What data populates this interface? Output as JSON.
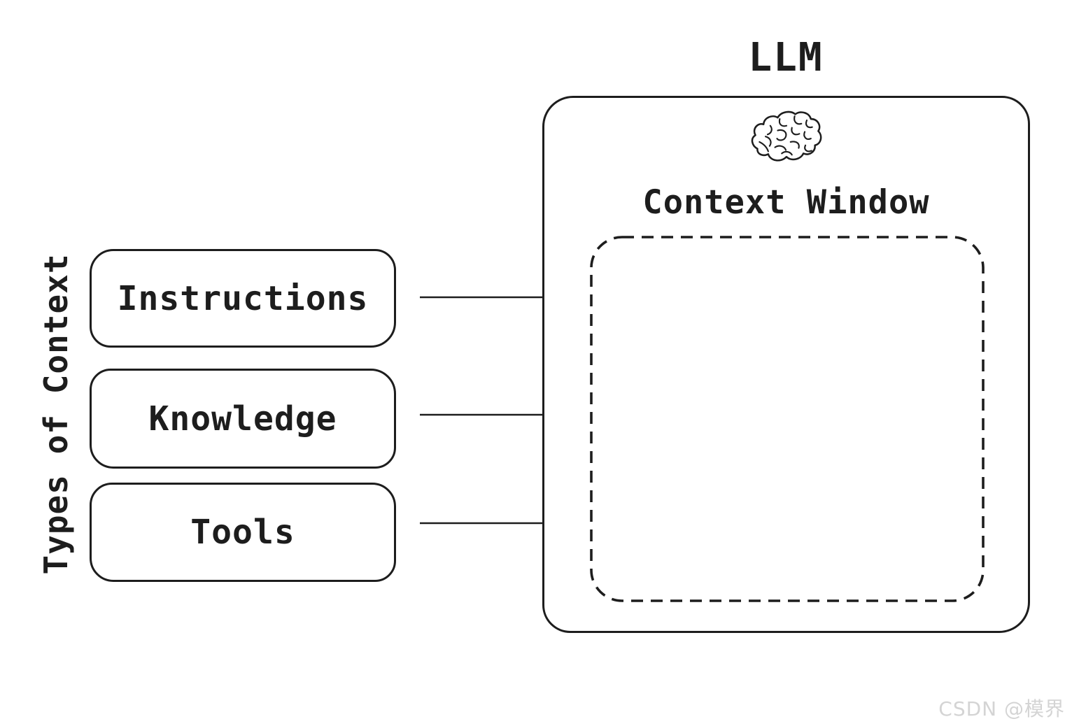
{
  "diagram": {
    "left_panel": {
      "title": "Types of Context",
      "items": [
        {
          "label": "Instructions"
        },
        {
          "label": "Knowledge"
        },
        {
          "label": "Tools"
        }
      ]
    },
    "llm": {
      "title": "LLM",
      "icon": "brain-icon",
      "context_window_label": "Context Window"
    },
    "watermark": {
      "text": "CSDN @模界"
    },
    "colors": {
      "stroke": "#1d1d1d",
      "background": "#ffffff",
      "watermark_gray": "#d4d4d4"
    }
  }
}
